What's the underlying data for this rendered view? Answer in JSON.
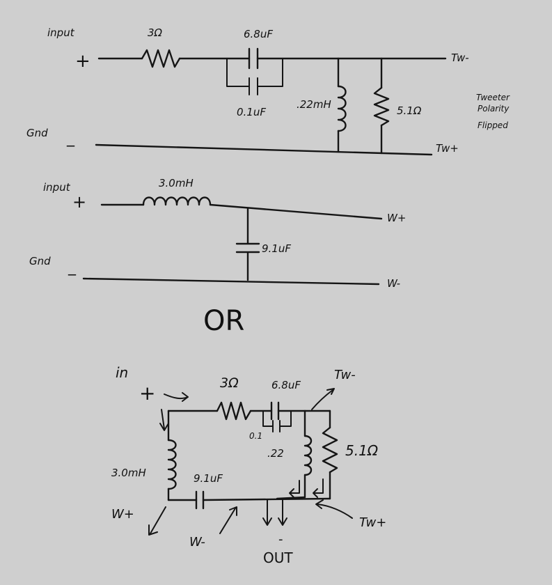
{
  "tweeter_circuit": {
    "input_label": "input",
    "input_sign": "+",
    "gnd_label": "Gnd",
    "gnd_sign": "_",
    "resistor_label": "3Ω",
    "cap_main_label": "6.8uF",
    "cap_small_label": "0.1uF",
    "inductor_label": ".22mH",
    "shunt_resistor_label": "5.1Ω",
    "out_pos_label": "Tw-",
    "out_neg_label": "Tw+",
    "note_lines": [
      "Tweeter",
      "Polarity",
      "Flipped"
    ]
  },
  "woofer_circuit": {
    "input_label": "input",
    "input_sign": "+",
    "gnd_label": "Gnd",
    "gnd_sign": "_",
    "inductor_label": "3.0mH",
    "cap_label": "9.1uF",
    "out_pos_label": "W+",
    "out_neg_label": "W-"
  },
  "separator": "OR",
  "combined_circuit": {
    "in_label": "in",
    "in_sign": "+",
    "resistor_label": "3Ω",
    "cap_main_label": "6.8uF",
    "cap_small_label": "0.1",
    "tw_inductor_label": ".22",
    "tw_resistor_label": "5.1Ω",
    "woofer_inductor_label": "3.0mH",
    "woofer_cap_label": "9.1uF",
    "tw_minus_label": "Tw-",
    "tw_plus_label": "Tw+",
    "w_plus_label": "W+",
    "w_minus_label": "W-",
    "out_sign": "-",
    "out_label": "OUT"
  }
}
